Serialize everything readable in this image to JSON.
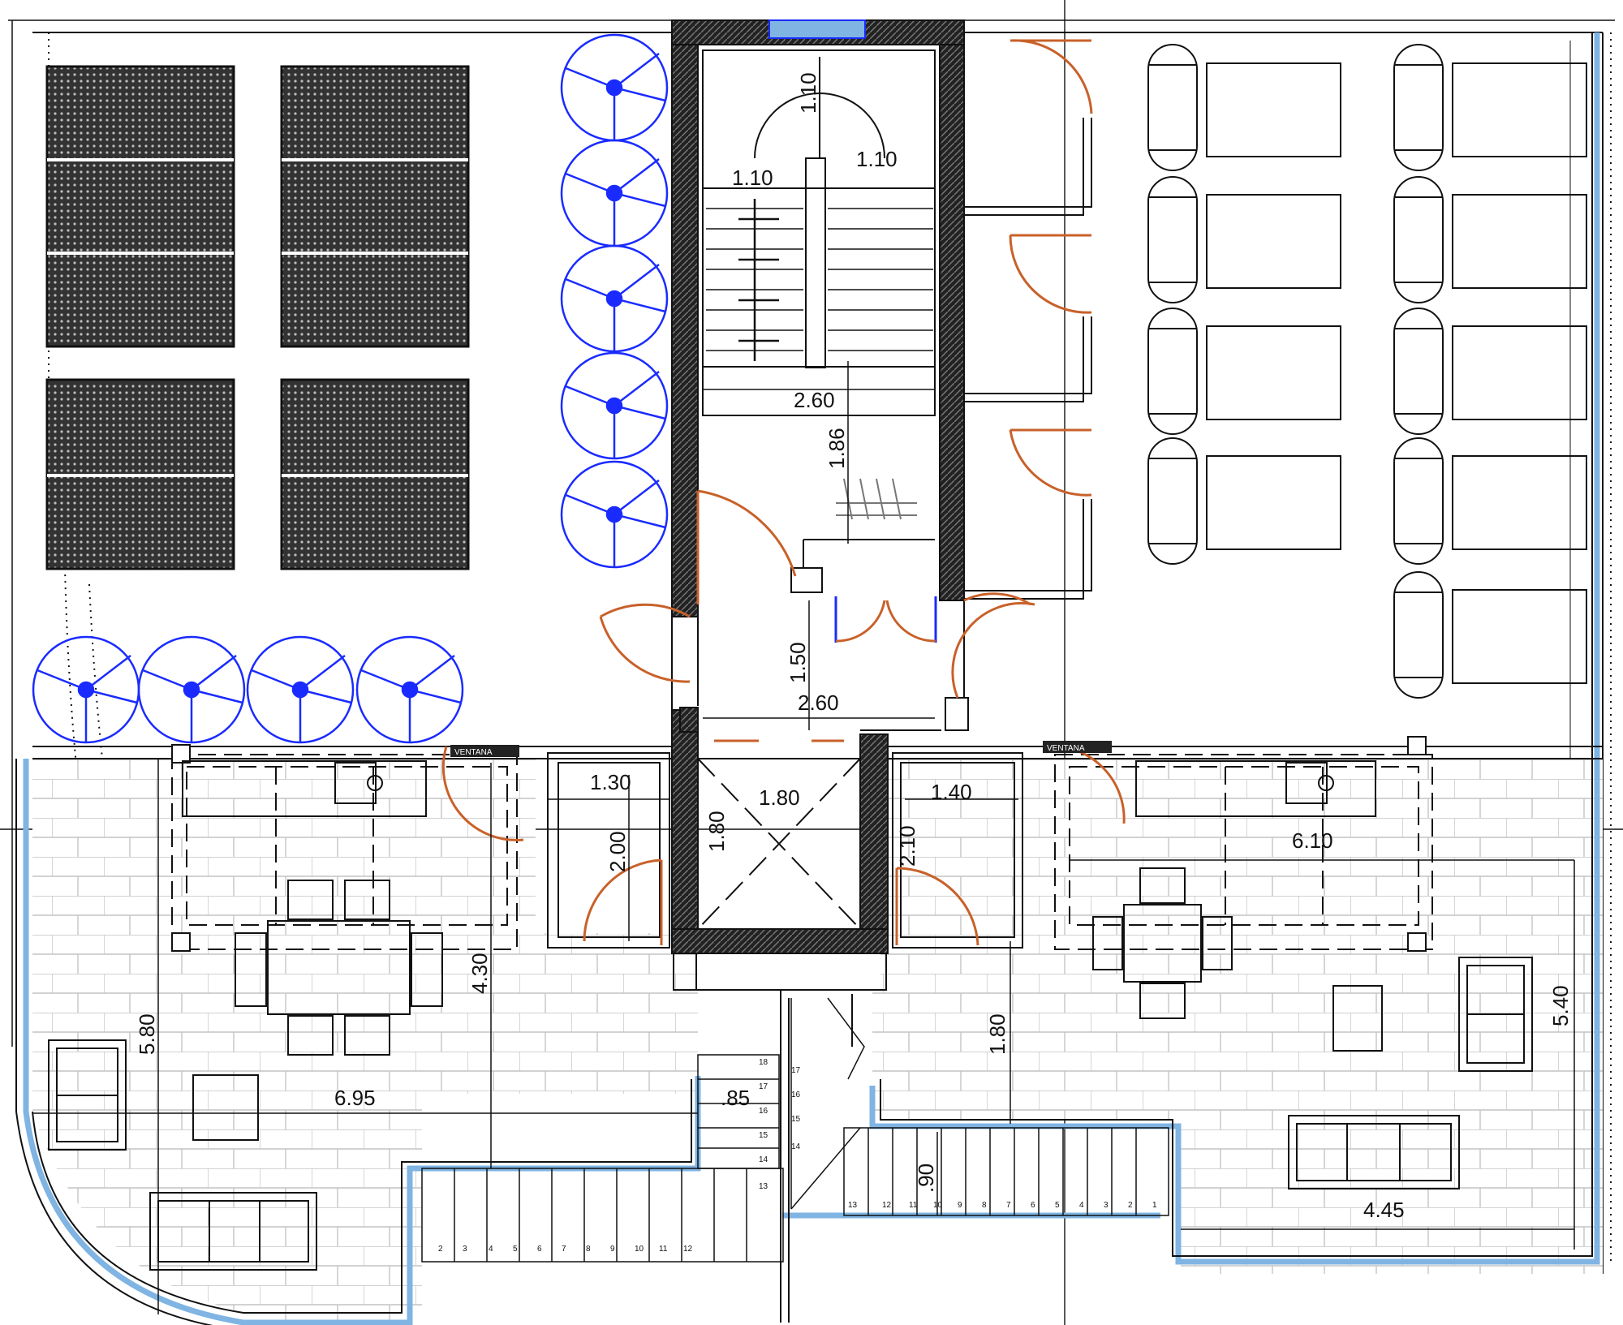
{
  "colors": {
    "line": "#111111",
    "door": "#c8612a",
    "plant": "#1a2bff",
    "glass": "#7fb4e3",
    "panel": "#3a3a3a",
    "tile": "#c8c8c8"
  },
  "icons": {
    "plant": "plant-icon",
    "solar": "solar-panel-icon",
    "lounger": "sun-lounger-icon",
    "sink": "sink-icon",
    "stairs": "stairs-icon",
    "elevator": "elevator-icon"
  },
  "dimensions": {
    "stair_landing_depth": "1.10",
    "stair_flight_left": "1.10",
    "stair_flight_right": "1.10",
    "stair_width": "2.60",
    "stair_lobby_depth": "1.86",
    "hall_width": "2.60",
    "hall_depth": "1.50",
    "storage_left_width": "1.30",
    "storage_left_depth": "2.00",
    "elevator_width": "1.80",
    "elevator_depth": "1.80",
    "storage_right_width": "1.40",
    "storage_right_depth": "2.10",
    "terrace_left_depth": "4.30",
    "terrace_left_curve": "5.80",
    "terrace_left_width": "6.95",
    "stair_gap": ".85",
    "central_depth": "1.80",
    "central_stair_depth": ".90",
    "terrace_right_width": "6.10",
    "terrace_right_depth": "5.40",
    "terrace_right_lower_width": "4.45"
  },
  "door_tags": [
    "VENTANA",
    "VENTANA"
  ],
  "steps_left_bottom": [
    "2",
    "3",
    "4",
    "5",
    "6",
    "7",
    "8",
    "9",
    "10",
    "11",
    "12"
  ],
  "steps_left_vertical": [
    "18",
    "17",
    "16",
    "15",
    "14",
    "13"
  ],
  "steps_center_vertical": [
    "17",
    "16",
    "15",
    "14"
  ],
  "steps_right_bottom": [
    "13",
    "12",
    "11",
    "10",
    "9",
    "8",
    "7",
    "6",
    "5",
    "4",
    "3",
    "2",
    "1"
  ]
}
